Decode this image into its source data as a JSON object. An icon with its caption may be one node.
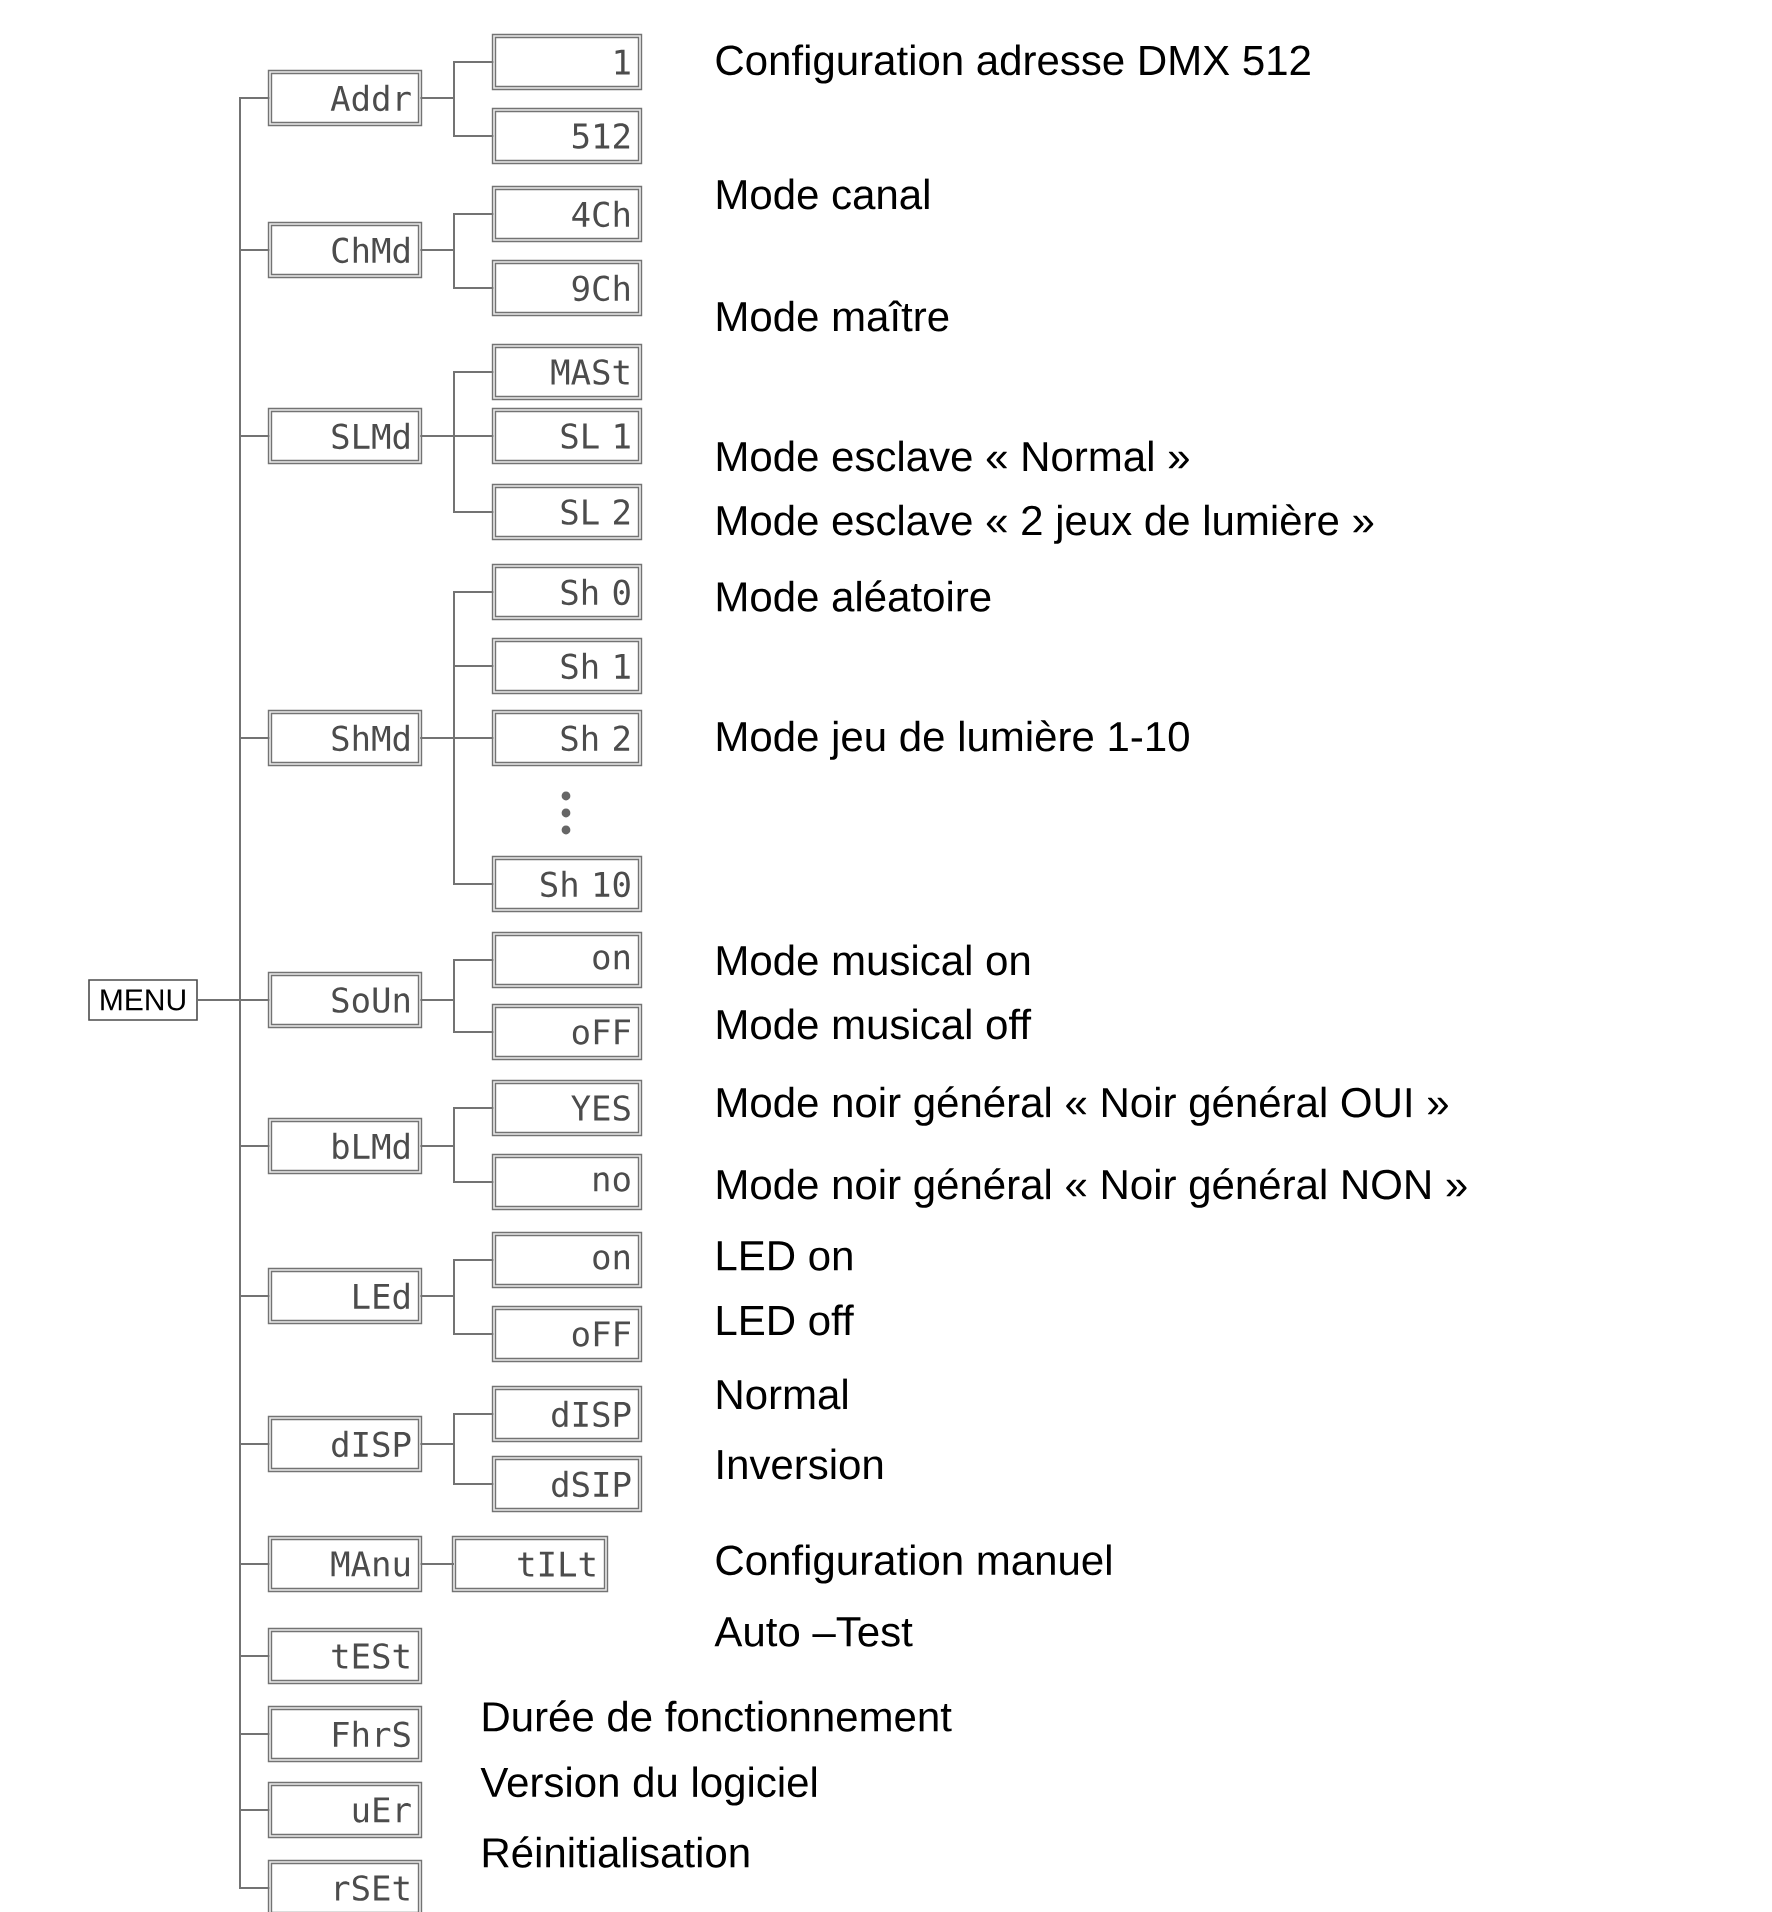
{
  "diagram": {
    "nodes": [
      {
        "text": [
          "MENU"
        ]
      },
      {
        "text": [
          "Addr"
        ]
      },
      {
        "text": [
          "1"
        ]
      },
      {
        "text": [
          "512"
        ]
      },
      {
        "text": [
          "ChMd"
        ]
      },
      {
        "text": [
          "4Ch"
        ]
      },
      {
        "text": [
          "9Ch"
        ]
      },
      {
        "text": [
          "SLMd"
        ]
      },
      {
        "text": [
          "MASt"
        ]
      },
      {
        "text": [
          "SL 1"
        ]
      },
      {
        "text": [
          "SL 2"
        ]
      },
      {
        "text": [
          "ShMd"
        ]
      },
      {
        "text": [
          "Sh 0"
        ]
      },
      {
        "text": [
          "Sh 1"
        ]
      },
      {
        "text": [
          "Sh 2"
        ]
      },
      {
        "text": [
          "Sh 10"
        ]
      },
      {
        "text": [
          "SoUn"
        ]
      },
      {
        "text": [
          "on"
        ]
      },
      {
        "text": [
          "oFF"
        ]
      },
      {
        "text": [
          "bLMd"
        ]
      },
      {
        "text": [
          "YES"
        ]
      },
      {
        "text": [
          "no"
        ]
      },
      {
        "text": [
          "LEd"
        ]
      },
      {
        "text": [
          "on"
        ]
      },
      {
        "text": [
          "oFF"
        ]
      },
      {
        "text": [
          "dISP"
        ]
      },
      {
        "text": [
          "dISP"
        ]
      },
      {
        "text": [
          "dSIP"
        ]
      },
      {
        "text": [
          "MAnu"
        ]
      },
      {
        "text": [
          "tILt"
        ]
      },
      {
        "text": [
          "tESt"
        ]
      },
      {
        "text": [
          "FhrS"
        ]
      },
      {
        "text": [
          "uEr"
        ]
      },
      {
        "text": [
          "rSEt"
        ]
      }
    ],
    "edges": [
      {
        "from": 0,
        "to": 1,
        "arrow": "none"
      },
      {
        "from": 0,
        "to": 4,
        "arrow": "none"
      },
      {
        "from": 0,
        "to": 7,
        "arrow": "none"
      },
      {
        "from": 0,
        "to": 11,
        "arrow": "none"
      },
      {
        "from": 0,
        "to": 16,
        "arrow": "none"
      },
      {
        "from": 0,
        "to": 19,
        "arrow": "none"
      },
      {
        "from": 0,
        "to": 22,
        "arrow": "none"
      },
      {
        "from": 0,
        "to": 25,
        "arrow": "none"
      },
      {
        "from": 0,
        "to": 28,
        "arrow": "none"
      },
      {
        "from": 0,
        "to": 30,
        "arrow": "none"
      },
      {
        "from": 0,
        "to": 31,
        "arrow": "none"
      },
      {
        "from": 0,
        "to": 32,
        "arrow": "none"
      },
      {
        "from": 0,
        "to": 33,
        "arrow": "none"
      },
      {
        "from": 1,
        "to": 2,
        "arrow": "none"
      },
      {
        "from": 1,
        "to": 3,
        "arrow": "none"
      },
      {
        "from": 4,
        "to": 5,
        "arrow": "none"
      },
      {
        "from": 4,
        "to": 6,
        "arrow": "none"
      },
      {
        "from": 7,
        "to": 8,
        "arrow": "none"
      },
      {
        "from": 7,
        "to": 9,
        "arrow": "none"
      },
      {
        "from": 7,
        "to": 10,
        "arrow": "none"
      },
      {
        "from": 11,
        "to": 12,
        "arrow": "none"
      },
      {
        "from": 11,
        "to": 13,
        "arrow": "none"
      },
      {
        "from": 11,
        "to": 14,
        "arrow": "none"
      },
      {
        "from": 11,
        "to": 15,
        "arrow": "none"
      },
      {
        "from": 16,
        "to": 17,
        "arrow": "none"
      },
      {
        "from": 16,
        "to": 18,
        "arrow": "none"
      },
      {
        "from": 19,
        "to": 20,
        "arrow": "none"
      },
      {
        "from": 19,
        "to": 21,
        "arrow": "none"
      },
      {
        "from": 22,
        "to": 23,
        "arrow": "none"
      },
      {
        "from": 22,
        "to": 24,
        "arrow": "none"
      },
      {
        "from": 25,
        "to": 26,
        "arrow": "none"
      },
      {
        "from": 25,
        "to": 27,
        "arrow": "none"
      },
      {
        "from": 28,
        "to": 29,
        "arrow": "none"
      }
    ],
    "labels": [
      "Configuration adresse DMX 512",
      "Mode canal",
      "Mode maître",
      "Mode esclave « Normal »",
      "Mode esclave « 2 jeux de lumière »",
      "Mode aléatoire",
      "Mode jeu de lumière 1-10",
      "Mode musical on",
      "Mode musical off",
      "Mode noir général « Noir général OUI »",
      "Mode noir général « Noir général NON »",
      "LED on",
      "LED off",
      "Normal",
      "Inversion",
      "Configuration manuel",
      "Auto –Test",
      "Durée de fonctionnement",
      "Version du logiciel",
      "Réinitialisation"
    ]
  }
}
